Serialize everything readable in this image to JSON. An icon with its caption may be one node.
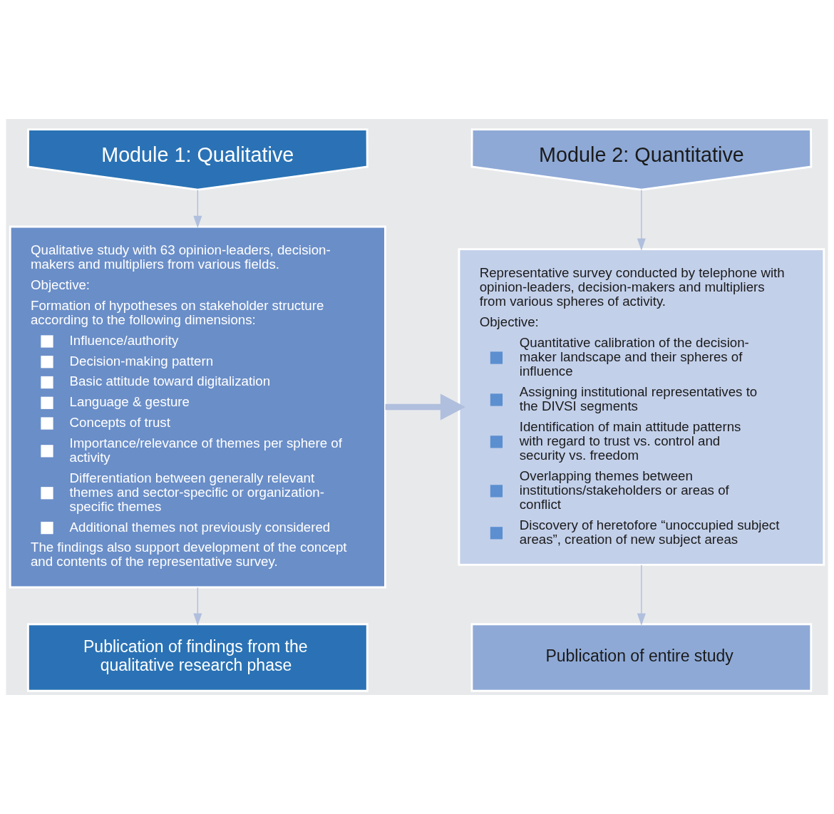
{
  "diagram": {
    "nodes": [
      {
        "text": [
          "Module 1: Qualitative"
        ]
      },
      {
        "text": [
          "Qualitative study with 63 opinion-leaders, decision-makers and multipliers from various fields.",
          "Objective:",
          "Formation of hypotheses on stakeholder structure according to the following dimensions:",
          "Influence/authority",
          "Decision-making pattern",
          "Basic attitude toward digitalization",
          "Language & gesture",
          "Concepts of trust",
          "Importance/relevance of themes per sphere of activity",
          "Differentiation between generally relevant themes and sector-specific or organization-specific themes",
          "Additional themes not previously considered",
          "The findings also support development of the concept and contents of the representative survey."
        ]
      },
      {
        "text": [
          "Publication of findings from the qualitative research phase"
        ]
      },
      {
        "text": [
          "Module 2: Quantitative"
        ]
      },
      {
        "text": [
          "Representative survey conducted by telephone with opinion-leaders, decision-makers and multipliers from various spheres of activity.",
          "Objective:",
          "Quantitative calibration of the decision-maker landscape and their spheres of influence",
          "Assigning institutional representatives to the DIVSI segments",
          "Identification of main attitude patterns with regard to trust vs. control and security vs. freedom",
          "Overlapping themes between institutions/stakeholders or areas of conflict",
          "Discovery of heretofore “unoccupied subject areas”, creation of new subject areas"
        ]
      },
      {
        "text": [
          "Publication of entire study"
        ]
      }
    ],
    "edges": [
      {
        "from": 0,
        "to": 1,
        "arrow": "to"
      },
      {
        "from": 1,
        "to": 2,
        "arrow": "to"
      },
      {
        "from": 3,
        "to": 4,
        "arrow": "to"
      },
      {
        "from": 4,
        "to": 5,
        "arrow": "to"
      },
      {
        "from": 1,
        "to": 4,
        "arrow": "to",
        "style": "thick"
      }
    ]
  }
}
